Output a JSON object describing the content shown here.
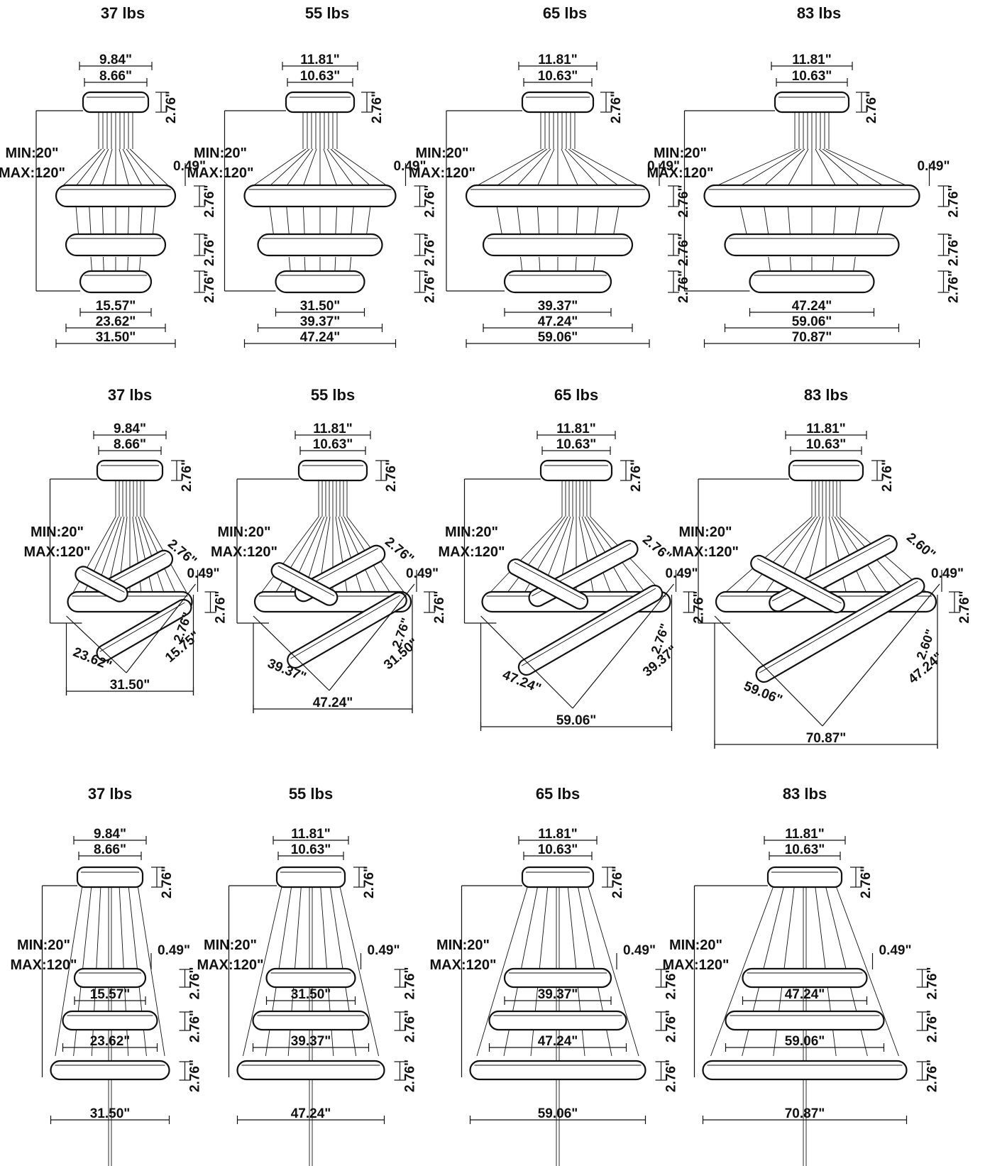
{
  "units": "in",
  "models": [
    {
      "weight": "37 lbs",
      "canopy": {
        "outer": "9.84\"",
        "inner": "8.66\"",
        "height": "2.76\""
      },
      "min_label": "MIN:20\"",
      "max_label": "MAX:120\"",
      "ring_thickness": "0.49\"",
      "ring_height": "2.76\"",
      "rings_horizontal": [
        "15.57\"",
        "23.62\"",
        "31.50\""
      ],
      "rings_tilted": [
        "23.62\"",
        "15.75\""
      ],
      "tilted_ring_height": "2.76\"",
      "tilted_overall": "31.50\"",
      "stacked_rings": [
        "15.57\"",
        "23.62\""
      ],
      "stacked_overall": "31.50\""
    },
    {
      "weight": "55 lbs",
      "canopy": {
        "outer": "11.81\"",
        "inner": "10.63\"",
        "height": "2.76\""
      },
      "min_label": "MIN:20\"",
      "max_label": "MAX:120\"",
      "ring_thickness": "0.49\"",
      "ring_height": "2.76\"",
      "rings_horizontal": [
        "31.50\"",
        "39.37\"",
        "47.24\""
      ],
      "rings_tilted": [
        "39.37\"",
        "31.50\""
      ],
      "tilted_ring_height": "2.76\"",
      "tilted_overall": "47.24\"",
      "stacked_rings": [
        "31.50\"",
        "39.37\""
      ],
      "stacked_overall": "47.24\""
    },
    {
      "weight": "65 lbs",
      "canopy": {
        "outer": "11.81\"",
        "inner": "10.63\"",
        "height": "2.76\""
      },
      "min_label": "MIN:20\"",
      "max_label": "MAX:120\"",
      "ring_thickness": "0.49\"",
      "ring_height": "2.76\"",
      "ring_height_alt": "2.76",
      "rings_horizontal": [
        "39.37\"",
        "47.24\"",
        "59.06\""
      ],
      "rings_tilted": [
        "47.24\"",
        "39.37\""
      ],
      "tilted_ring_height": "2.76\"",
      "tilted_overall": "59.06\"",
      "stacked_rings": [
        "39.37\"",
        "47.24\""
      ],
      "stacked_overall": "59.06\""
    },
    {
      "weight": "83 lbs",
      "canopy": {
        "outer": "11.81\"",
        "inner": "10.63\"",
        "height": "2.76\""
      },
      "min_label": "MIN:20\"",
      "max_label": "MAX:120\"",
      "ring_thickness": "0.49\"",
      "ring_height": "2.76\"",
      "rings_horizontal": [
        "47.24\"",
        "59.06\"",
        "70.87\""
      ],
      "rings_tilted": [
        "59.06\"",
        "47.24\""
      ],
      "tilted_ring_height": "2.60\"",
      "tilted_overall": "70.87\"",
      "stacked_rings": [
        "47.24\"",
        "59.06\""
      ],
      "stacked_overall": "70.87\""
    }
  ]
}
